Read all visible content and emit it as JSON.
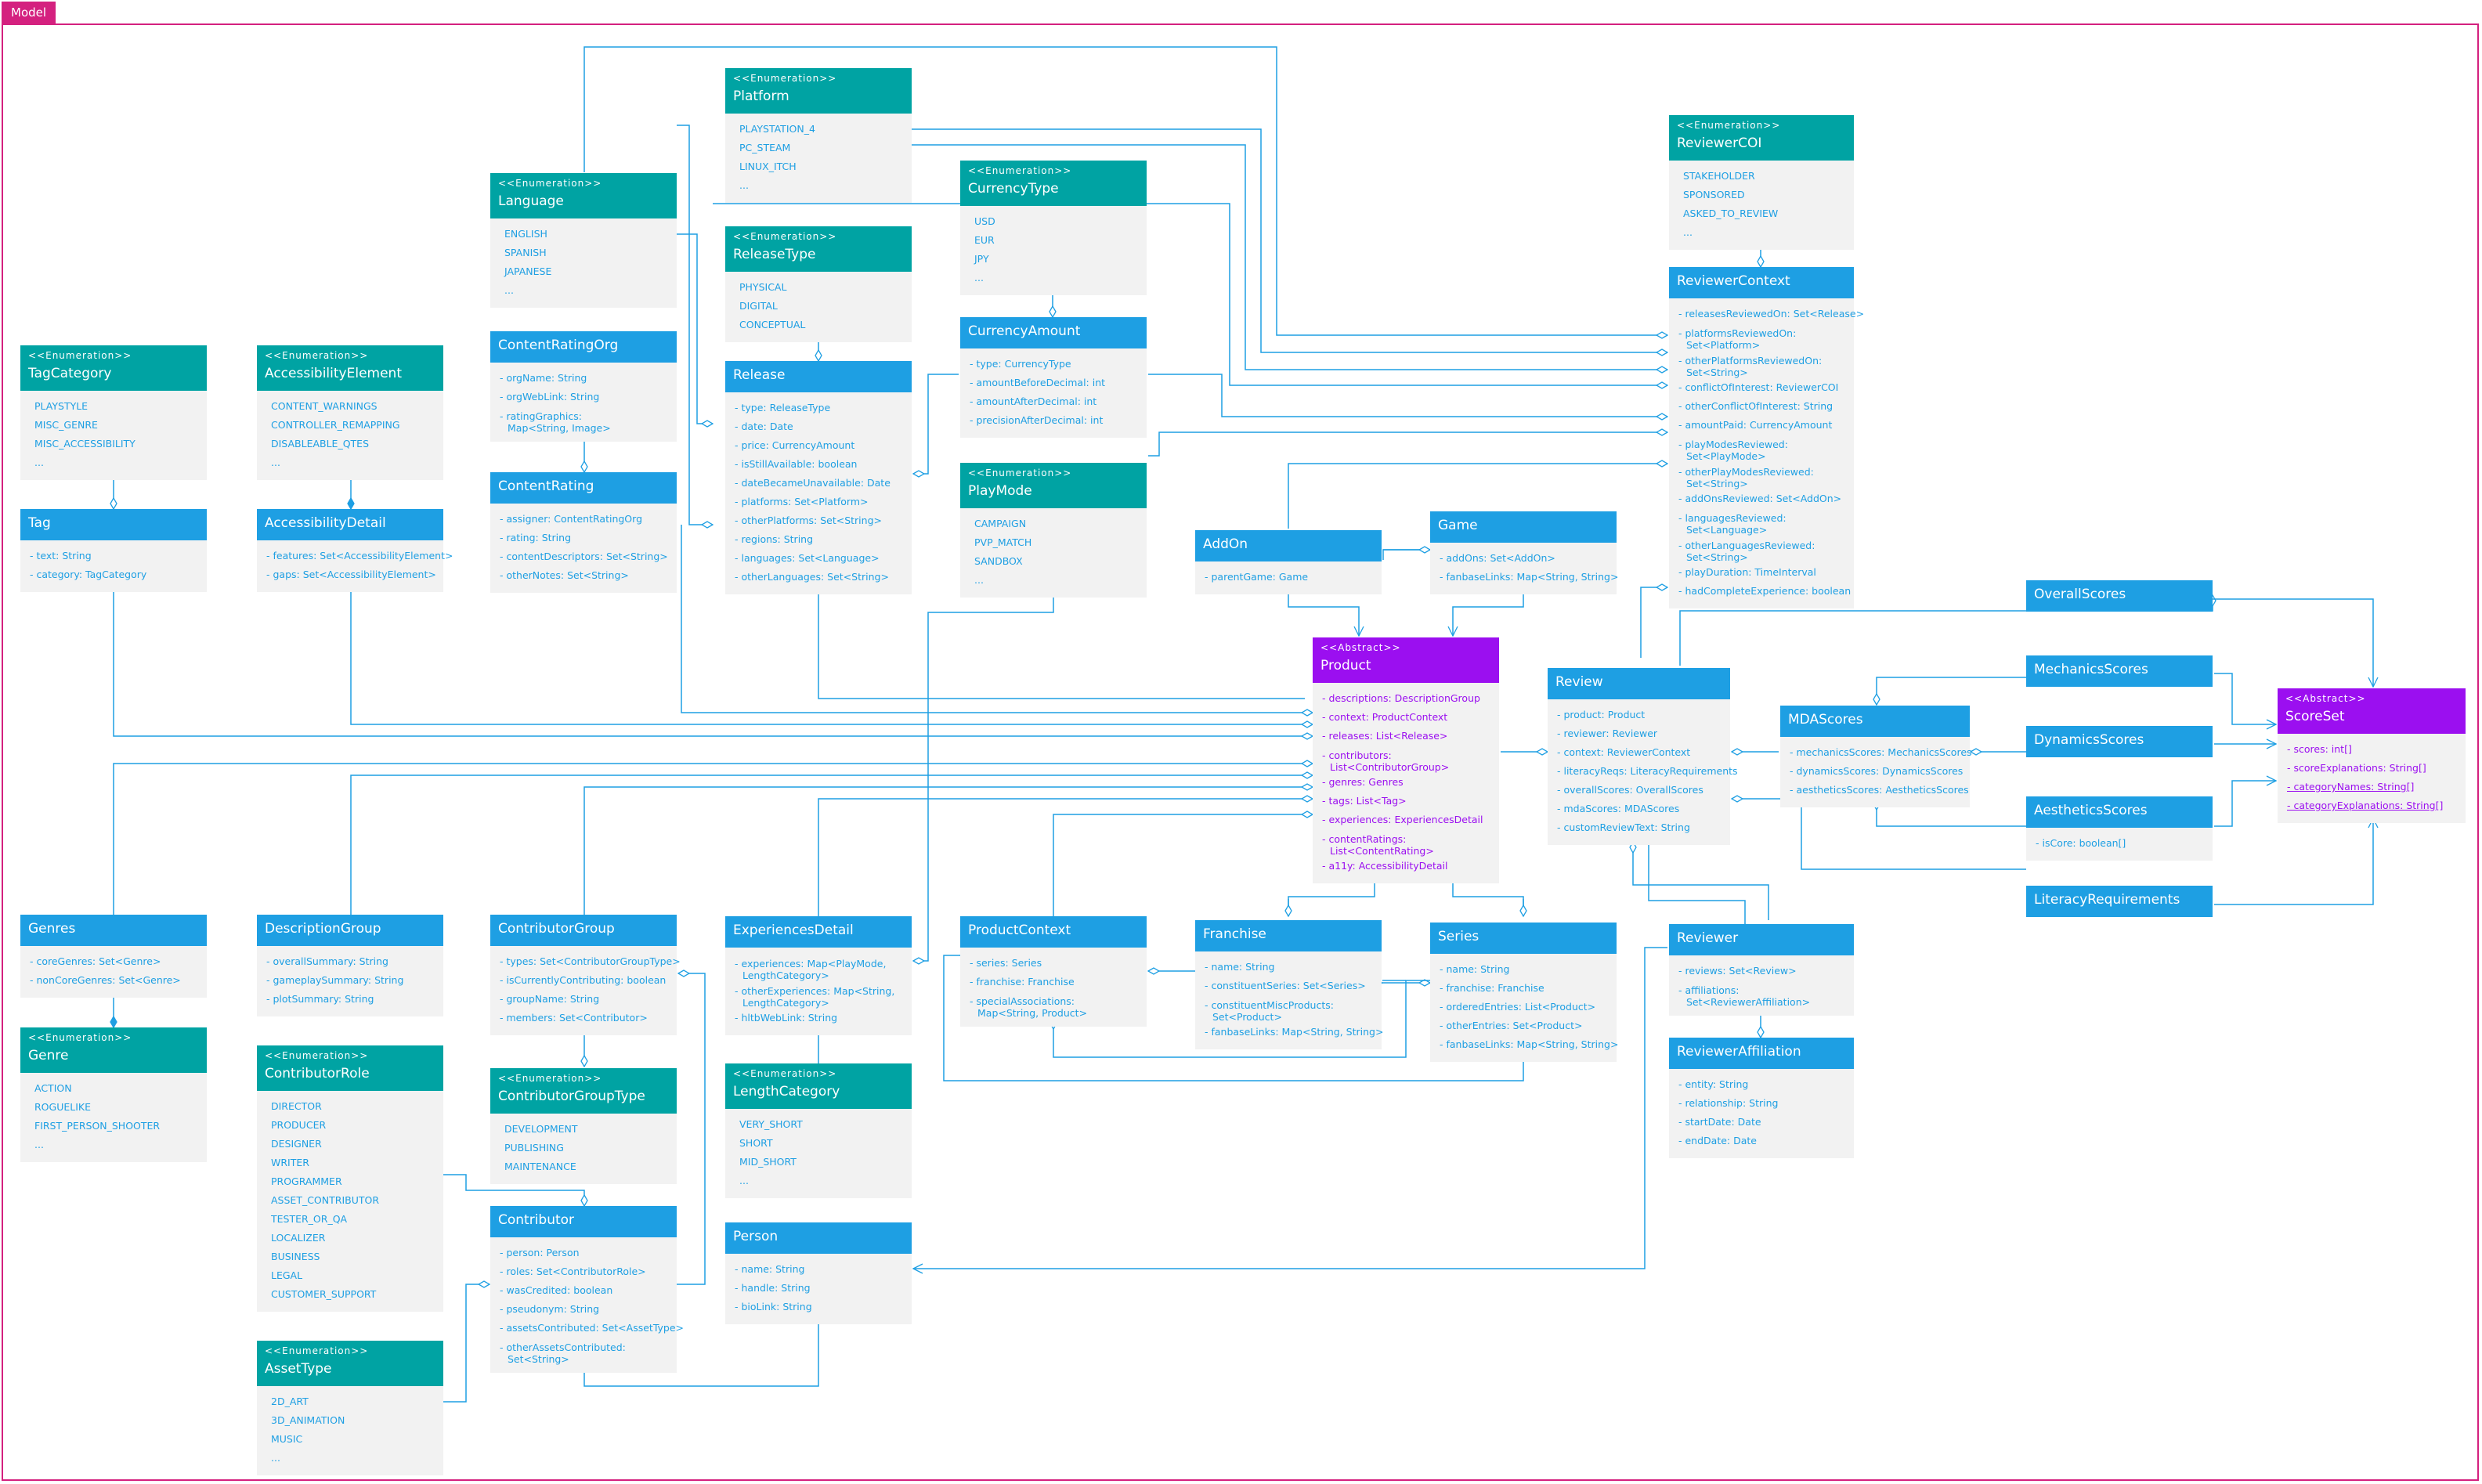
{
  "frame": {
    "label": "Model"
  },
  "colors": {
    "enum": "#00a3a3",
    "class": "#1e9fe3",
    "abstract": "#9b0ff0",
    "frame": "#d4217f",
    "line": "#1e9fe3"
  },
  "boxes": [
    {
      "id": "platform",
      "kind": "enum",
      "name": "Platform",
      "stereo": "<<Enumeration>>",
      "rows": [
        "PLAYSTATION_4",
        "PC_STEAM",
        "LINUX_ITCH",
        "..."
      ]
    },
    {
      "id": "language",
      "kind": "enum",
      "name": "Language",
      "stereo": "<<Enumeration>>",
      "rows": [
        "ENGLISH",
        "SPANISH",
        "JAPANESE",
        "..."
      ]
    },
    {
      "id": "releasetype",
      "kind": "enum",
      "name": "ReleaseType",
      "stereo": "<<Enumeration>>",
      "rows": [
        "PHYSICAL",
        "DIGITAL",
        "CONCEPTUAL"
      ]
    },
    {
      "id": "currencytype",
      "kind": "enum",
      "name": "CurrencyType",
      "stereo": "<<Enumeration>>",
      "rows": [
        "USD",
        "EUR",
        "JPY",
        "..."
      ]
    },
    {
      "id": "reviewercoi",
      "kind": "enum",
      "name": "ReviewerCOI",
      "stereo": "<<Enumeration>>",
      "rows": [
        "STAKEHOLDER",
        "SPONSORED",
        "ASKED_TO_REVIEW",
        "..."
      ]
    },
    {
      "id": "tagcategory",
      "kind": "enum",
      "name": "TagCategory",
      "stereo": "<<Enumeration>>",
      "rows": [
        "PLAYSTYLE",
        "MISC_GENRE",
        "MISC_ACCESSIBILITY",
        "..."
      ]
    },
    {
      "id": "accessibilityelement",
      "kind": "enum",
      "name": "AccessibilityElement",
      "stereo": "<<Enumeration>>",
      "rows": [
        "CONTENT_WARNINGS",
        "CONTROLLER_REMAPPING",
        "DISABLEABLE_QTES",
        "..."
      ]
    },
    {
      "id": "contentratingorg",
      "kind": "class",
      "name": "ContentRatingOrg",
      "rows": [
        "- orgName: String",
        "- orgWebLink: String",
        "- ratingGraphics:",
        "Map<String, Image>"
      ]
    },
    {
      "id": "release",
      "kind": "class",
      "name": "Release",
      "rows": [
        "- type: ReleaseType",
        "- date: Date",
        "- price: CurrencyAmount",
        "- isStillAvailable: boolean",
        "- dateBecameUnavailable: Date",
        "- platforms: Set<Platform>",
        "- otherPlatforms: Set<String>",
        "- regions: String",
        "- languages: Set<Language>",
        "- otherLanguages: Set<String>"
      ]
    },
    {
      "id": "currencyamount",
      "kind": "class",
      "name": "CurrencyAmount",
      "rows": [
        "- type: CurrencyType",
        "- amountBeforeDecimal: int",
        "- amountAfterDecimal: int",
        "- precisionAfterDecimal: int"
      ]
    },
    {
      "id": "reviewercontext",
      "kind": "class",
      "name": "ReviewerContext",
      "rows": [
        "- releasesReviewedOn: Set<Release>",
        "- platformsReviewedOn:",
        "Set<Platform>",
        "- otherPlatformsReviewedOn:",
        "Set<String>",
        "- conflictOfInterest: ReviewerCOI",
        "- otherConflictOfInterest: String",
        "- amountPaid: CurrencyAmount",
        "- playModesReviewed:",
        "Set<PlayMode>",
        "- otherPlayModesReviewed:",
        "Set<String>",
        "- addOnsReviewed: Set<AddOn>",
        "- languagesReviewed:",
        "Set<Language>",
        "- otherLanguagesReviewed:",
        "Set<String>",
        "- playDuration: TimeInterval",
        "- hadCompleteExperience: boolean"
      ]
    },
    {
      "id": "tag",
      "kind": "class",
      "name": "Tag",
      "rows": [
        "- text: String",
        "- category: TagCategory"
      ]
    },
    {
      "id": "accessibilitydetail",
      "kind": "class",
      "name": "AccessibilityDetail",
      "rows": [
        "- features: Set<AccessibilityElement>",
        "- gaps: Set<AccessibilityElement>"
      ]
    },
    {
      "id": "contentrating",
      "kind": "class",
      "name": "ContentRating",
      "rows": [
        "- assigner: ContentRatingOrg",
        "- rating: String",
        "- contentDescriptors: Set<String>",
        "- otherNotes: Set<String>"
      ]
    },
    {
      "id": "playmode",
      "kind": "enum",
      "name": "PlayMode",
      "stereo": "<<Enumeration>>",
      "rows": [
        "CAMPAIGN",
        "PVP_MATCH",
        "SANDBOX",
        "..."
      ]
    },
    {
      "id": "addon",
      "kind": "class",
      "name": "AddOn",
      "rows": [
        "- parentGame: Game"
      ]
    },
    {
      "id": "game",
      "kind": "class",
      "name": "Game",
      "rows": [
        "- addOns: Set<AddOn>",
        "- fanbaseLinks: Map<String, String>"
      ]
    },
    {
      "id": "product",
      "kind": "abstract",
      "name": "Product",
      "stereo": "<<Abstract>>",
      "rows": [
        "- descriptions: DescriptionGroup",
        "- context: ProductContext",
        "- releases: List<Release>",
        "- contributors:",
        "List<ContributorGroup>",
        "- genres: Genres",
        "- tags: List<Tag>",
        "- experiences: ExperiencesDetail",
        "- contentRatings:",
        "List<ContentRating>",
        "- a11y: AccessibilityDetail"
      ]
    },
    {
      "id": "overallscores",
      "kind": "class",
      "name": "OverallScores",
      "rows": []
    },
    {
      "id": "mechanicsscores",
      "kind": "class",
      "name": "MechanicsScores",
      "rows": []
    },
    {
      "id": "review",
      "kind": "class",
      "name": "Review",
      "rows": [
        "- product: Product",
        "- reviewer: Reviewer",
        "- context: ReviewerContext",
        "- literacyReqs: LiteracyRequirements",
        "- overallScores: OverallScores",
        "- mdaScores: MDAScores",
        "- customReviewText: String"
      ]
    },
    {
      "id": "mdascores",
      "kind": "class",
      "name": "MDAScores",
      "rows": [
        "- mechanicsScores: MechanicsScores",
        "- dynamicsScores: DynamicsScores",
        "- aestheticsScores: AestheticsScores"
      ]
    },
    {
      "id": "dynamicsscores",
      "kind": "class",
      "name": "DynamicsScores",
      "rows": []
    },
    {
      "id": "scoreset",
      "kind": "abstract",
      "name": "ScoreSet",
      "stereo": "<<Abstract>>",
      "rows": [
        "- scores: int[]",
        "- scoreExplanations: String[]",
        "- categoryNames: String[]",
        "- categoryExplanations: String[]"
      ],
      "underline": [
        2,
        3
      ]
    },
    {
      "id": "aestheticsscores",
      "kind": "class",
      "name": "AestheticsScores",
      "rows": [
        "- isCore: boolean[]"
      ]
    },
    {
      "id": "literacyrequirements",
      "kind": "class",
      "name": "LiteracyRequirements",
      "rows": []
    },
    {
      "id": "genres",
      "kind": "class",
      "name": "Genres",
      "rows": [
        "- coreGenres: Set<Genre>",
        "- nonCoreGenres: Set<Genre>"
      ]
    },
    {
      "id": "genre",
      "kind": "enum",
      "name": "Genre",
      "stereo": "<<Enumeration>>",
      "rows": [
        "ACTION",
        "ROGUELIKE",
        "FIRST_PERSON_SHOOTER",
        "..."
      ]
    },
    {
      "id": "descriptiongroup",
      "kind": "class",
      "name": "DescriptionGroup",
      "rows": [
        "- overallSummary: String",
        "- gameplaySummary: String",
        "- plotSummary: String"
      ]
    },
    {
      "id": "contributorrole",
      "kind": "enum",
      "name": "ContributorRole",
      "stereo": "<<Enumeration>>",
      "rows": [
        "DIRECTOR",
        "PRODUCER",
        "DESIGNER",
        "WRITER",
        "PROGRAMMER",
        "ASSET_CONTRIBUTOR",
        "TESTER_OR_QA",
        "LOCALIZER",
        "BUSINESS",
        "LEGAL",
        "CUSTOMER_SUPPORT"
      ]
    },
    {
      "id": "assettype",
      "kind": "enum",
      "name": "AssetType",
      "stereo": "<<Enumeration>>",
      "rows": [
        "2D_ART",
        "3D_ANIMATION",
        "MUSIC",
        "..."
      ]
    },
    {
      "id": "contributorgroup",
      "kind": "class",
      "name": "ContributorGroup",
      "rows": [
        "- types: Set<ContributorGroupType>",
        "- isCurrentlyContributing: boolean",
        "- groupName: String",
        "- members: Set<Contributor>"
      ]
    },
    {
      "id": "contributorgrouptype",
      "kind": "enum",
      "name": "ContributorGroupType",
      "stereo": "<<Enumeration>>",
      "rows": [
        "DEVELOPMENT",
        "PUBLISHING",
        "MAINTENANCE"
      ]
    },
    {
      "id": "contributor",
      "kind": "class",
      "name": "Contributor",
      "rows": [
        "- person: Person",
        "- roles: Set<ContributorRole>",
        "- wasCredited: boolean",
        "- pseudonym: String",
        "- assetsContributed: Set<AssetType>",
        "- otherAssetsContributed:",
        "Set<String>"
      ]
    },
    {
      "id": "experiencesdetail",
      "kind": "class",
      "name": "ExperiencesDetail",
      "rows": [
        "- experiences: Map<PlayMode,",
        "LengthCategory>",
        "- otherExperiences: Map<String,",
        "LengthCategory>",
        "- hltbWebLink: String"
      ]
    },
    {
      "id": "lengthcategory",
      "kind": "enum",
      "name": "LengthCategory",
      "stereo": "<<Enumeration>>",
      "rows": [
        "VERY_SHORT",
        "SHORT",
        "MID_SHORT",
        "..."
      ]
    },
    {
      "id": "person",
      "kind": "class",
      "name": "Person",
      "rows": [
        "- name: String",
        "- handle: String",
        "- bioLink: String"
      ]
    },
    {
      "id": "productcontext",
      "kind": "class",
      "name": "ProductContext",
      "rows": [
        "- series: Series",
        "- franchise: Franchise",
        "- specialAssociations:",
        "Map<String, Product>"
      ]
    },
    {
      "id": "franchise",
      "kind": "class",
      "name": "Franchise",
      "rows": [
        "- name: String",
        "- constituentSeries: Set<Series>",
        "- constituentMiscProducts:",
        "Set<Product>",
        "- fanbaseLinks: Map<String, String>"
      ]
    },
    {
      "id": "series",
      "kind": "class",
      "name": "Series",
      "rows": [
        "- name: String",
        "- franchise: Franchise",
        "- orderedEntries: List<Product>",
        "- otherEntries: Set<Product>",
        "- fanbaseLinks: Map<String, String>"
      ]
    },
    {
      "id": "reviewer",
      "kind": "class",
      "name": "Reviewer",
      "rows": [
        "- reviews: Set<Review>",
        "- affiliations:",
        "Set<ReviewerAffiliation>"
      ]
    },
    {
      "id": "revieweraffiliation",
      "kind": "class",
      "name": "ReviewerAffiliation",
      "rows": [
        "- entity: String",
        "- relationship: String",
        "- startDate: Date",
        "- endDate: Date"
      ]
    }
  ]
}
